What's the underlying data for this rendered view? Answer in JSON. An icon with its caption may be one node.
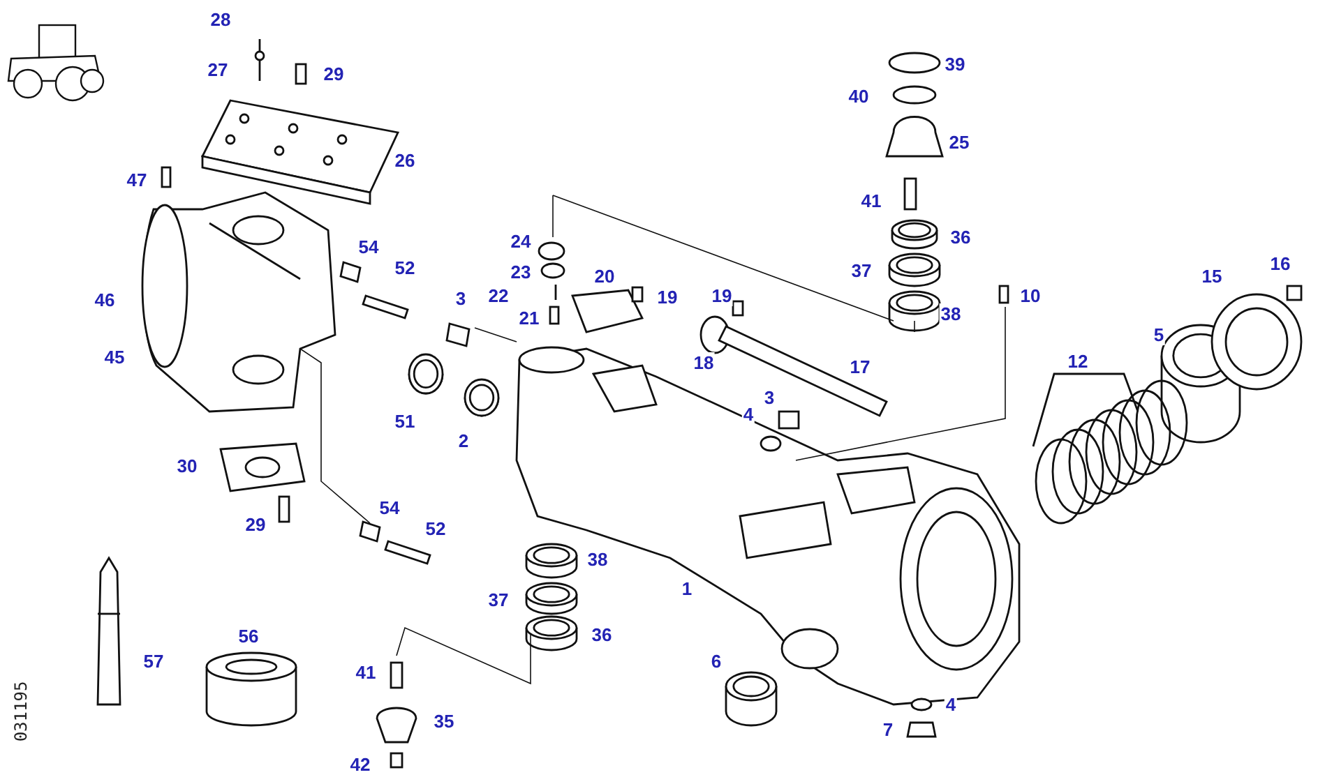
{
  "diagram": {
    "labels": [
      "28",
      "27",
      "29",
      "39",
      "40",
      "25",
      "26",
      "47",
      "41",
      "36",
      "24",
      "54",
      "37",
      "52",
      "23",
      "16",
      "15",
      "20",
      "38",
      "10",
      "3",
      "22",
      "19",
      "19",
      "21",
      "46",
      "5",
      "45",
      "18",
      "12",
      "17",
      "3",
      "51",
      "4",
      "2",
      "30",
      "54",
      "29",
      "52",
      "38",
      "1",
      "37",
      "36",
      "56",
      "6",
      "57",
      "41",
      "4",
      "35",
      "7",
      "42",
      "031195"
    ]
  }
}
